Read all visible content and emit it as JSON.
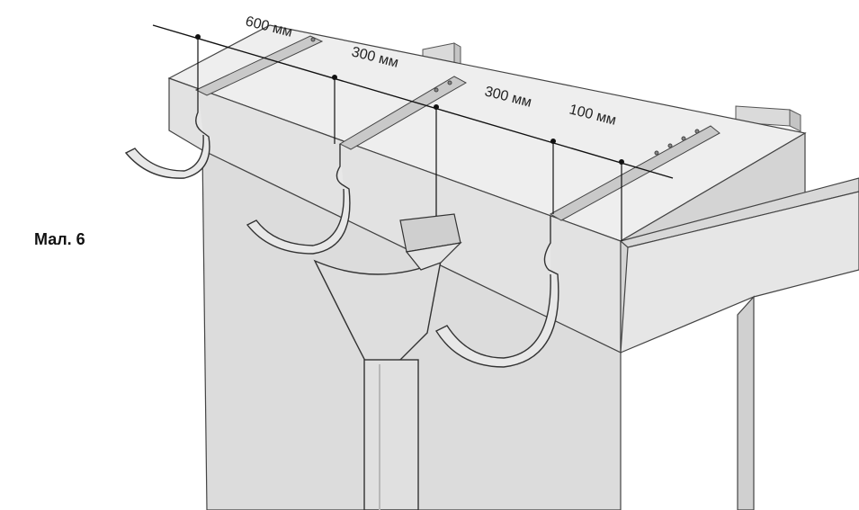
{
  "figure": {
    "label": "Мал. 6",
    "dimensions": [
      "600 мм",
      "300 мм",
      "300 мм",
      "100 мм"
    ]
  }
}
